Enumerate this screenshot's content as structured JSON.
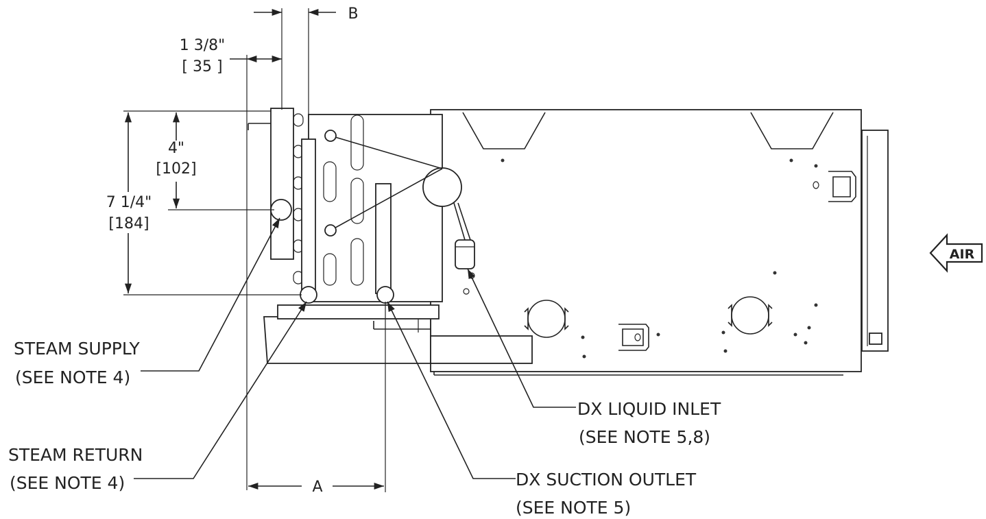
{
  "dimensions": {
    "width_1": "1 3/8\"",
    "width_1_metric": "[ 35 ]",
    "height_1": "4\"",
    "height_1_metric": "[102]",
    "height_2": "7 1/4\"",
    "height_2_metric": "[184]",
    "dim_a": "A",
    "dim_b": "B"
  },
  "airflow": {
    "label": "AIR"
  },
  "callouts": {
    "steam_supply": {
      "line1": "STEAM SUPPLY",
      "line2": "(SEE NOTE 4)"
    },
    "steam_return": {
      "line1": "STEAM RETURN",
      "line2": "(SEE NOTE 4)"
    },
    "dx_liquid_inlet": {
      "line1": "DX LIQUID INLET",
      "line2": "(SEE NOTE 5,8)"
    },
    "dx_suction_outlet": {
      "line1": "DX SUCTION OUTLET",
      "line2": "(SEE NOTE 5)"
    }
  }
}
